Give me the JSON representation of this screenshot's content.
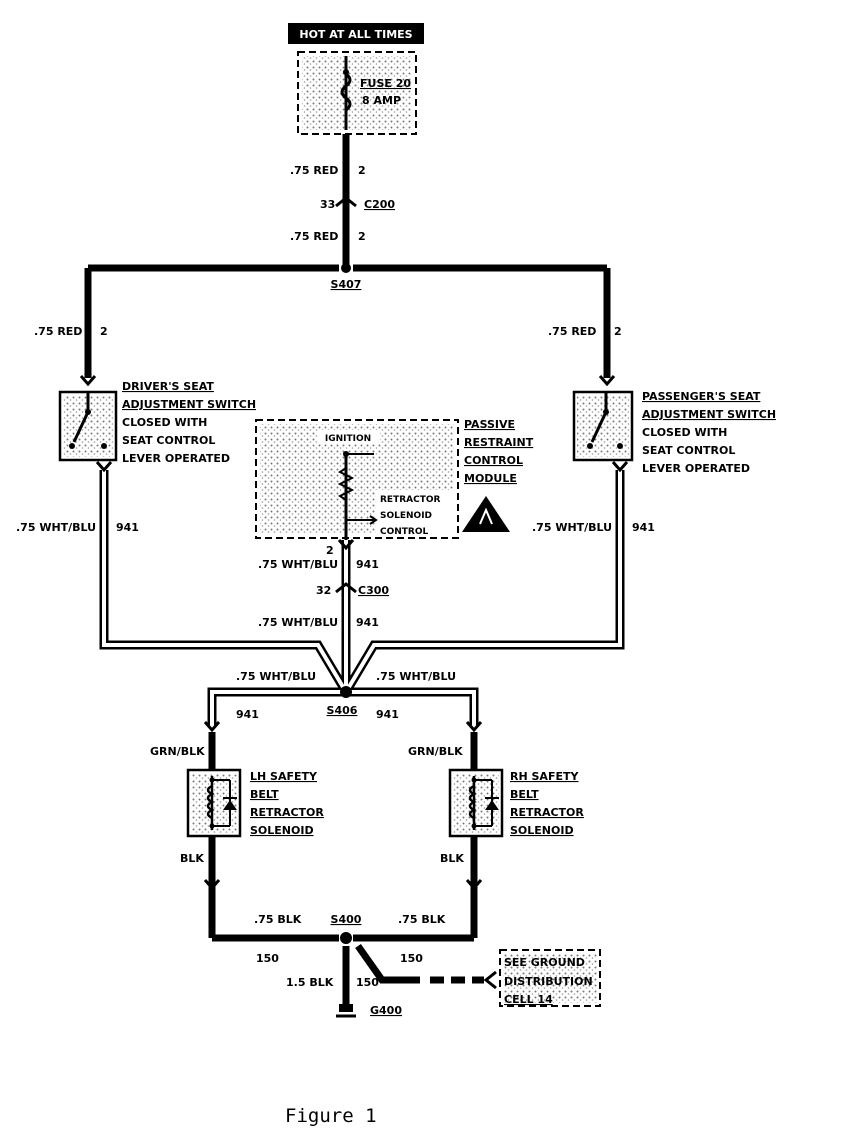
{
  "header": {
    "hot_label": "HOT AT ALL TIMES"
  },
  "fuse": {
    "name": "FUSE 20",
    "rating": "8 AMP"
  },
  "top_wire": {
    "upper_label": ".75 RED",
    "upper_circuit": "2",
    "connector_pin": "33",
    "connector": "C200",
    "lower_label": ".75 RED",
    "lower_circuit": "2"
  },
  "splice_top": "S407",
  "left_feed": {
    "label": ".75 RED",
    "circuit": "2"
  },
  "right_feed": {
    "label": ".75 RED",
    "circuit": "2"
  },
  "driver_switch": [
    "DRIVER'S SEAT",
    "ADJUSTMENT SWITCH",
    "CLOSED WITH",
    "SEAT CONTROL",
    "LEVER OPERATED"
  ],
  "passenger_switch": [
    "PASSENGER'S SEAT",
    "ADJUSTMENT SWITCH",
    "CLOSED WITH",
    "SEAT CONTROL",
    "LEVER OPERATED"
  ],
  "module": {
    "ignition": "IGNITION",
    "retractor": [
      "RETRACTOR",
      "SOLENOID",
      "CONTROL"
    ],
    "name": [
      "PASSIVE",
      "RESTRAINT",
      "CONTROL",
      "MODULE"
    ],
    "pin": "2"
  },
  "left_switch_out": {
    "label": ".75 WHT/BLU",
    "circuit": "941"
  },
  "right_switch_out": {
    "label": ".75 WHT/BLU",
    "circuit": "941"
  },
  "module_out": {
    "upper_label": ".75 WHT/BLU",
    "upper_circuit": "941",
    "connector_pin": "32",
    "connector": "C300",
    "lower_label": ".75 WHT/BLU",
    "lower_circuit": "941"
  },
  "splice_mid": "S406",
  "left_branch": {
    "label": ".75 WHT/BLU",
    "circuit": "941",
    "wire": "GRN/BLK"
  },
  "right_branch": {
    "label": ".75 WHT/BLU",
    "circuit": "941",
    "wire": "GRN/BLK"
  },
  "lh_solenoid": [
    "LH SAFETY",
    "BELT",
    "RETRACTOR",
    "SOLENOID"
  ],
  "rh_solenoid": [
    "RH SAFETY",
    "BELT",
    "RETRACTOR",
    "SOLENOID"
  ],
  "ground": {
    "left_blk": "BLK",
    "right_blk": "BLK",
    "left_bottom": ".75 BLK",
    "right_bottom": ".75 BLK",
    "splice": "S400",
    "left_circuit": "150",
    "right_circuit": "150",
    "drop_label": "1.5 BLK",
    "drop_circuit": "150",
    "ground_point": "G400",
    "see_ground": [
      "SEE GROUND",
      "DISTRIBUTION",
      "CELL 14"
    ]
  },
  "caption": "Figure 1"
}
